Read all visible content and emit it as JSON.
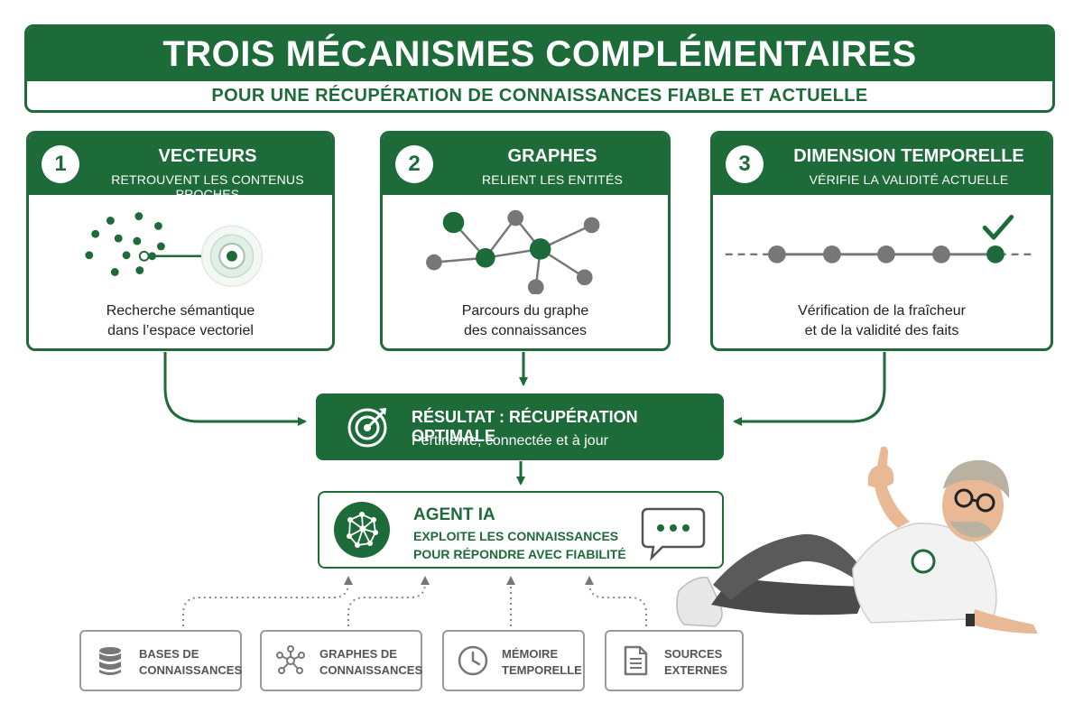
{
  "header": {
    "title": "TROIS MÉCANISMES COMPLÉMENTAIRES",
    "subtitle": "POUR UNE RÉCUPÉRATION DE CONNAISSANCES FIABLE ET ACTUELLE"
  },
  "cards": [
    {
      "number": "1",
      "title": "VECTEURS",
      "subtitle": "RETROUVENT LES CONTENUS PROCHES",
      "desc_line1": "Recherche sémantique",
      "desc_line2": "dans l’espace vectoriel",
      "icon": "vector-search-icon"
    },
    {
      "number": "2",
      "title": "GRAPHES",
      "subtitle": "RELIENT LES ENTITÉS",
      "desc_line1": "Parcours du graphe",
      "desc_line2": "des connaissances",
      "icon": "knowledge-graph-icon"
    },
    {
      "number": "3",
      "title": "DIMENSION TEMPORELLE",
      "subtitle": "VÉRIFIE LA VALIDITÉ ACTUELLE",
      "desc_line1": "Vérification de la fraîcheur",
      "desc_line2": "et de la validité des faits",
      "icon": "timeline-check-icon"
    }
  ],
  "result": {
    "title": "RÉSULTAT : RÉCUPÉRATION OPTIMALE",
    "subtitle": "Pertinente, connectée et à jour",
    "icon": "target-icon"
  },
  "agent": {
    "title": "AGENT IA",
    "line1": "EXPLOITE LES CONNAISSANCES",
    "line2": "POUR RÉPONDRE AVEC FIABILITÉ",
    "icon": "neural-network-icon",
    "bubble_icon": "chat-bubble-icon"
  },
  "sources": [
    {
      "line1": "BASES DE",
      "line2": "CONNAISSANCES",
      "icon": "database-icon"
    },
    {
      "line1": "GRAPHES DE",
      "line2": "CONNAISSANCES",
      "icon": "network-icon"
    },
    {
      "line1": "MÉMOIRE",
      "line2": "TEMPORELLE",
      "icon": "clock-icon"
    },
    {
      "line1": "SOURCES",
      "line2": "EXTERNES",
      "icon": "document-icon"
    }
  ],
  "colors": {
    "primary": "#1e6b3a",
    "grey": "#6f6f6f",
    "border_grey": "#9a9a9a"
  }
}
